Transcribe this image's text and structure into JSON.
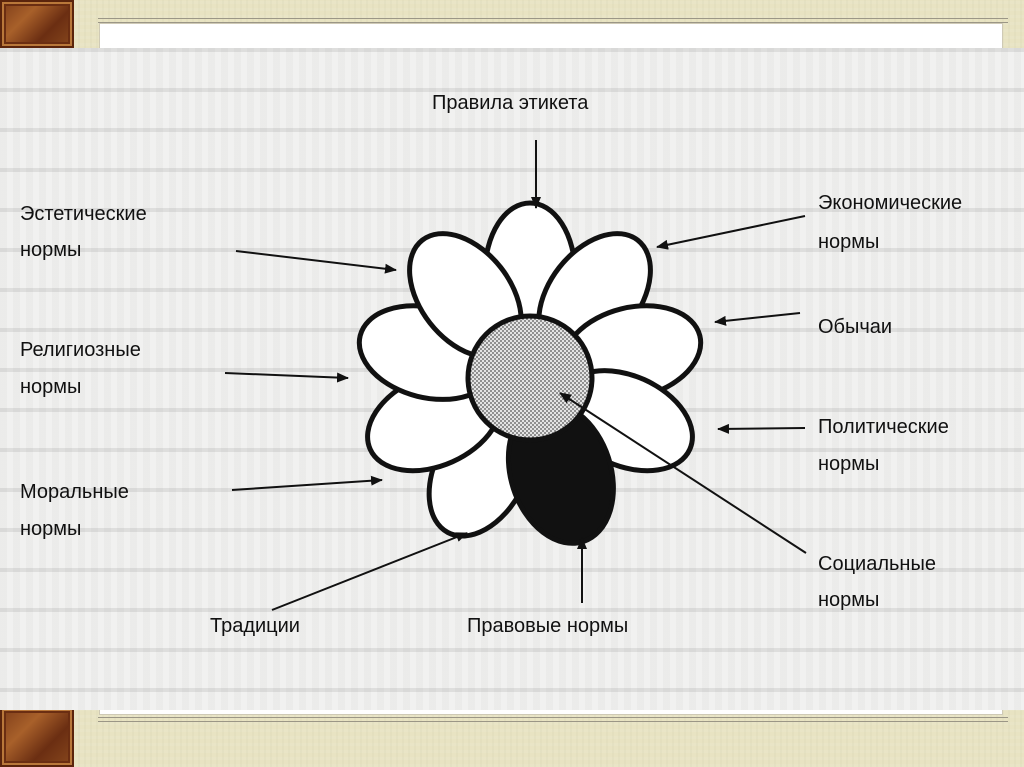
{
  "diagram": {
    "center_label": "",
    "petal_labels": {
      "etiquette": "Правила этикета",
      "economic_1": "Экономические",
      "economic_2": "нормы",
      "customs": "Обычаи",
      "political_1": "Политические",
      "political_2": "нормы",
      "social_1": "Социальные",
      "social_2": "нормы",
      "legal": "Правовые нормы",
      "traditions": "Традиции",
      "moral_1": "Моральные",
      "moral_2": "нормы",
      "religious_1": "Религиозные",
      "religious_2": "нормы",
      "aesthetic_1": "Эстетические",
      "aesthetic_2": "нормы"
    }
  },
  "colors": {
    "background": "#e9e4c4",
    "frame_border": "#9b9686",
    "corner_wood": "#8a4a1e",
    "ink": "#111111",
    "legal_petal_fill": "#111111",
    "center_fill": "#cfcfcf"
  }
}
